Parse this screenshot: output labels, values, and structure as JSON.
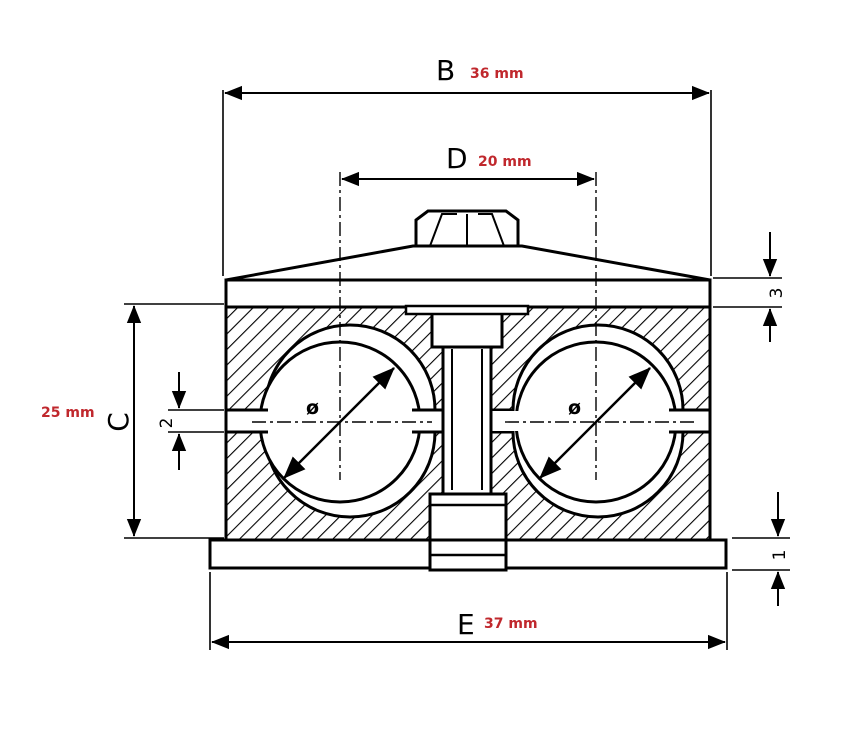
{
  "colors": {
    "annotation": "#c0282d",
    "ink": "#000000",
    "background": "#ffffff"
  },
  "dimensions": {
    "B": {
      "letter": "B",
      "value": "36 mm"
    },
    "D": {
      "letter": "D",
      "value": "20 mm"
    },
    "C": {
      "letter": "C",
      "value": "25 mm"
    },
    "E": {
      "letter": "E",
      "value": "37 mm"
    },
    "gap": {
      "value": "2"
    },
    "top_plate": {
      "value": "3"
    },
    "base_plate": {
      "value": "1"
    }
  },
  "symbols": {
    "left_diameter": "ø",
    "right_diameter": "ø"
  }
}
